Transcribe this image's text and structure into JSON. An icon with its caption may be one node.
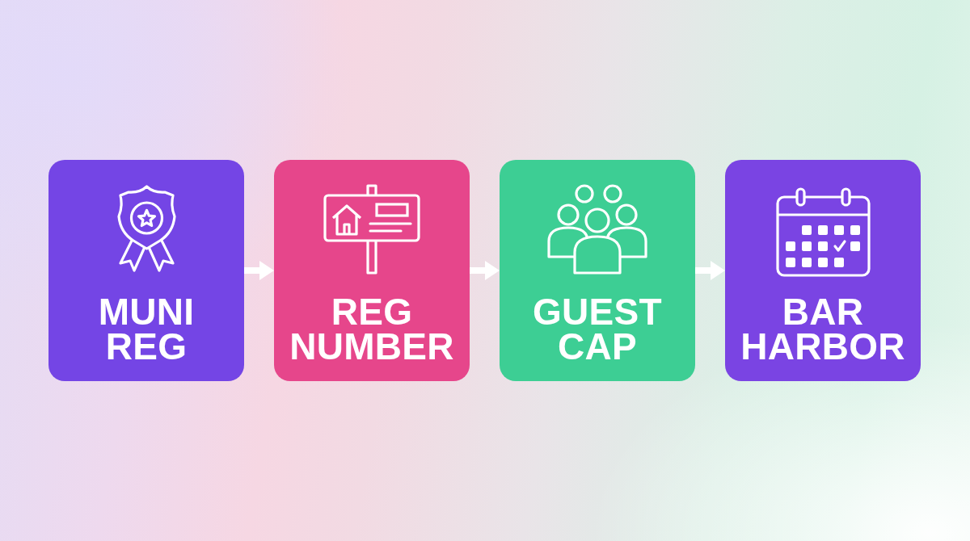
{
  "diagram": {
    "nodes": [
      {
        "text": [
          "MUNI REG"
        ]
      },
      {
        "text": [
          "REG NUMBER"
        ]
      },
      {
        "text": [
          "GUEST CAP"
        ]
      },
      {
        "text": [
          "BAR HARBOR"
        ]
      }
    ],
    "edges": [
      {
        "from": 0,
        "to": 1,
        "arrow": "to"
      },
      {
        "from": 1,
        "to": 2,
        "arrow": "to"
      },
      {
        "from": 2,
        "to": 3,
        "arrow": "to"
      }
    ]
  }
}
